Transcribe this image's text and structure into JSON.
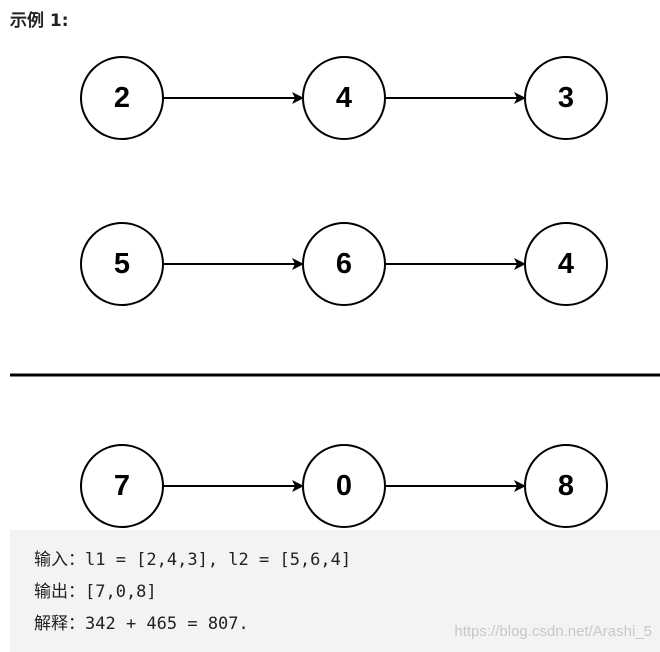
{
  "heading": "示例 1:",
  "list1": [
    "2",
    "4",
    "3"
  ],
  "list2": [
    "5",
    "6",
    "4"
  ],
  "result": [
    "7",
    "0",
    "8"
  ],
  "code": {
    "input_line": "输入：l1 = [2,4,3], l2 = [5,6,4]",
    "output_line": "输出：[7,0,8]",
    "explain_line": "解释：342 + 465 = 807."
  },
  "watermark": "https://blog.csdn.net/Arashi_5"
}
